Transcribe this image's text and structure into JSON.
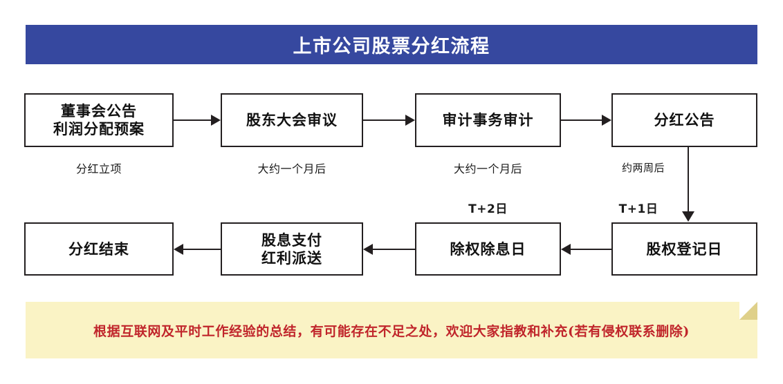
{
  "title": {
    "text": "上市公司股票分红流程",
    "background_color": "#36489F",
    "text_color": "#FFFFFF"
  },
  "flow": {
    "row1": [
      {
        "label": "董事会公告\n利润分配预案",
        "caption": "分红立项"
      },
      {
        "label": "股东大会审议",
        "caption": "大约一个月后"
      },
      {
        "label": "审计事务审计",
        "caption": "大约一个月后"
      },
      {
        "label": "分红公告",
        "caption": "约两周后"
      }
    ],
    "row2": [
      {
        "label": "分红结束",
        "marker": ""
      },
      {
        "label": "股息支付\n红利派送",
        "marker": ""
      },
      {
        "label": "除权除息日",
        "marker": "T+2日"
      },
      {
        "label": "股权登记日",
        "marker": "T+1日"
      }
    ]
  },
  "footer": {
    "note": "根据互联网及平时工作经验的总结，有可能存在不足之处，欢迎大家指教和补充(若有侵权联系删除)",
    "background_color": "#FAF3C5",
    "text_color": "#C0252B"
  }
}
